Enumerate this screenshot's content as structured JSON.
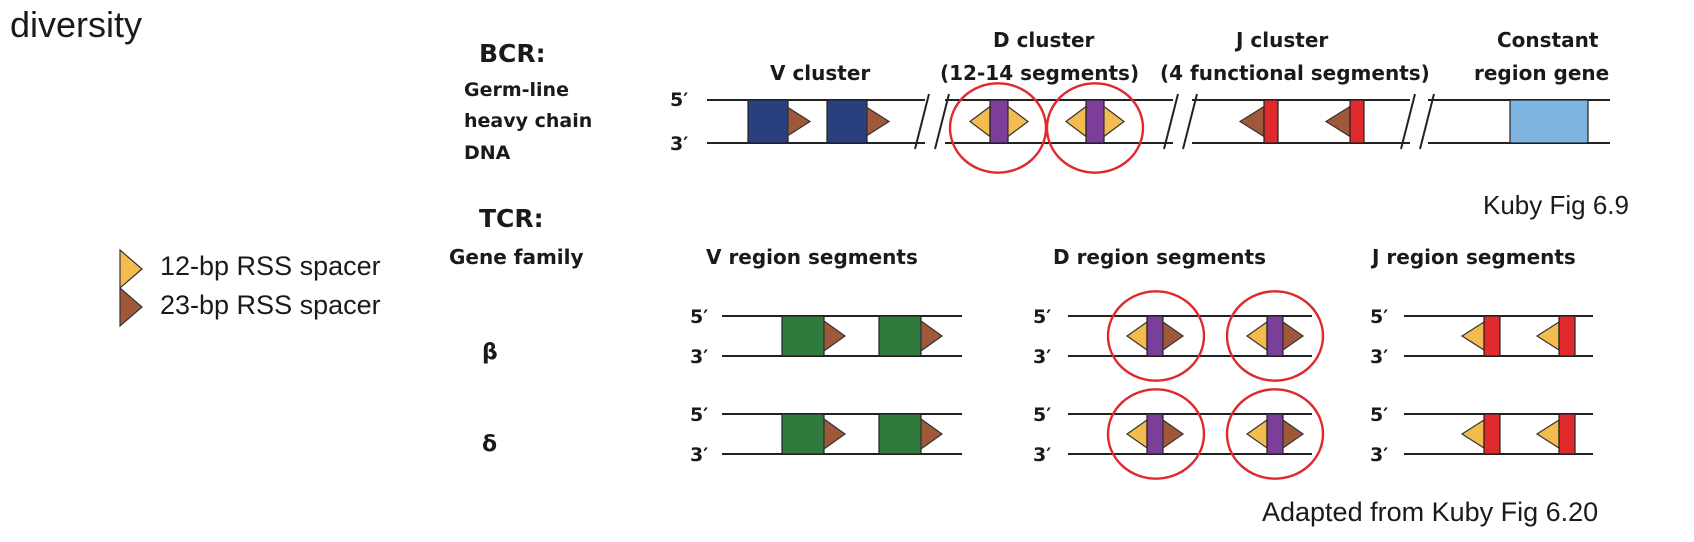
{
  "slide": {
    "title_fragment": "diversity",
    "legend": {
      "spacer12": "12-bp RSS spacer",
      "spacer23": "23-bp RSS spacer"
    }
  },
  "bcr": {
    "heading": "BCR:",
    "row_label_1": "Germ-line",
    "row_label_2": "heavy chain",
    "row_label_3": "DNA",
    "clusters": {
      "v": "V cluster",
      "d_1": "D cluster",
      "d_2": "(12-14 segments)",
      "j_1": "J cluster",
      "j_2": "(4 functional segments)",
      "c_1": "Constant",
      "c_2": "region gene"
    },
    "citation": "Kuby Fig 6.9"
  },
  "tcr": {
    "heading": "TCR:",
    "gene_family": "Gene family",
    "v_header": "V region segments",
    "d_header": "D region segments",
    "j_header": "J region segments",
    "beta": "β",
    "delta": "δ",
    "citation": "Adapted from Kuby Fig 6.20"
  },
  "strand": {
    "five": "5′",
    "three": "3′"
  },
  "colors": {
    "v_bcr": "#2a3f7e",
    "v_tcr": "#2f7a3c",
    "d_segment": "#7b3f99",
    "j_segment": "#e0292b",
    "constant": "#7fb3e0",
    "rss12": "#f4bc4f",
    "rss23": "#a0583a",
    "highlight": "#e0292b"
  }
}
